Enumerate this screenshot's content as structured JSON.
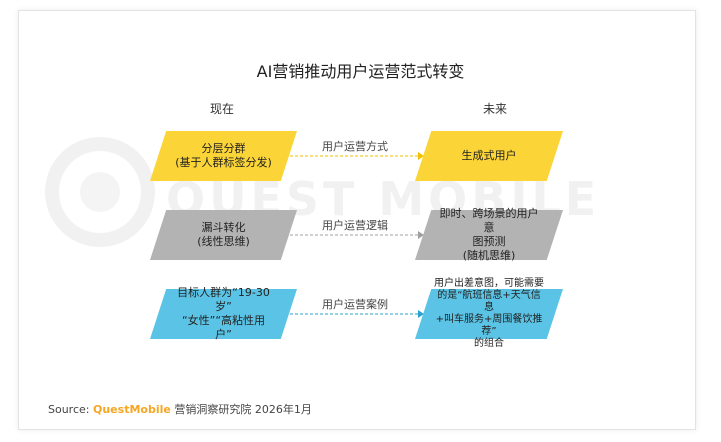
{
  "title": "AI营销推动用户运营范式转变",
  "columns": {
    "now": "现在",
    "future": "未来"
  },
  "rows": [
    {
      "left_lines": [
        "分层分群",
        "(基于人群标签分发)"
      ],
      "label": "用户运营方式",
      "right_lines": [
        "生成式用户"
      ]
    },
    {
      "left_lines": [
        "漏斗转化",
        "(线性思维)"
      ],
      "label": "用户运营逻辑",
      "right_lines": [
        "即时、跨场景的用户意",
        "图预测",
        "(随机思维)"
      ]
    },
    {
      "left_lines": [
        "目标人群为“19-30岁”",
        "“女性”“高粘性用户”"
      ],
      "label": "用户运营案例",
      "right_lines": [
        "用户出差意图，可能需要",
        "的是“航班信息+天气信息",
        "+叫车服务+周围餐饮推荐”",
        "的组合"
      ]
    }
  ],
  "source": {
    "prefix": "Source:",
    "brand": "QuestMobile",
    "suffix": "营销洞察研究院 2026年1月"
  },
  "watermark": "QUEST MOBILE",
  "colors": {
    "yellow": "#fbd437",
    "gray": "#b3b3b3",
    "blue": "#5bc4e6",
    "brand": "#f5a623",
    "arrow_yellow": "#f2c200",
    "arrow_gray": "#a0a0a0",
    "arrow_blue": "#2aa3cf"
  }
}
